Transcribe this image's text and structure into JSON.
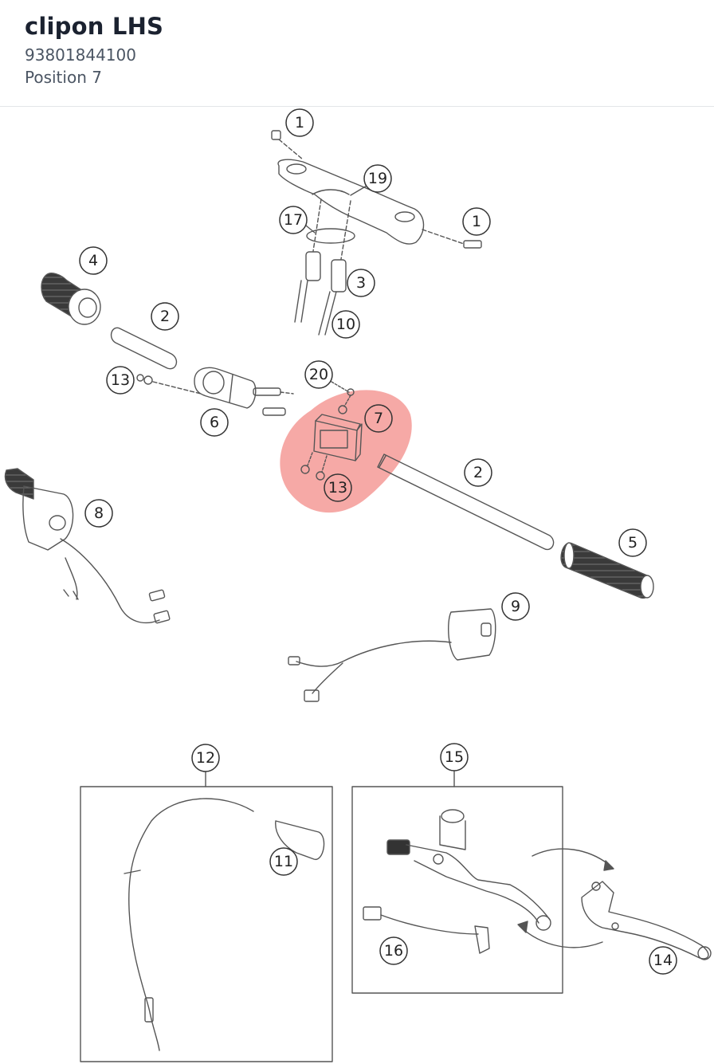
{
  "header": {
    "title": "clipon LHS",
    "part_number": "93801844100",
    "position": "Position 7"
  },
  "diagram": {
    "highlight_color": "#f59a96",
    "callouts": [
      "1",
      "19",
      "17",
      "1",
      "4",
      "3",
      "2",
      "10",
      "13",
      "20",
      "6",
      "7",
      "13",
      "2",
      "8",
      "5",
      "9",
      "12",
      "15",
      "11",
      "16",
      "14"
    ]
  }
}
